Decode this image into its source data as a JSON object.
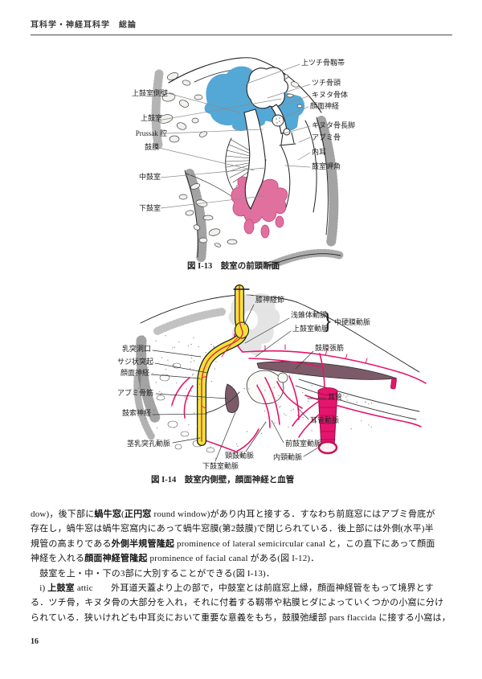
{
  "header": {
    "title": "耳科学・神経耳科学　総論"
  },
  "page_number": "16",
  "colors": {
    "epitympanum_blue": "#54a8d6",
    "hypotympanum_pink": "#e0719e",
    "facial_nerve_yellow": "#f2e338",
    "artery_magenta": "#e5156d",
    "muscle_mauve": "#7d5a68",
    "ink": "#1c1c1c"
  },
  "fig13": {
    "caption": "図 I-13　鼓室の前頭断面",
    "labels_left": [
      "上鼓室側壁",
      "上鼓室",
      "Prussak 腔",
      "鼓膜",
      "中鼓室",
      "下鼓室"
    ],
    "labels_right": [
      "上ツチ骨靱帯",
      "ツチ骨頭",
      "キヌタ骨体",
      "顔面神経",
      "キヌタ骨長脚",
      "アブミ骨",
      "内耳",
      "鼓室岬角"
    ]
  },
  "fig14": {
    "caption": "図 I-14　鼓室内側壁，顔面神経と血管",
    "labels": {
      "geniculate": "膝神経節",
      "superficial_petrosal": "浅錐体動脈",
      "superior_tympanic": "上鼓室動脈",
      "middle_meningeal": "中硬膜動脈",
      "tensor_tympani": "鼓膜張筋",
      "aditus": "乳突洞口",
      "cochleariform": "サジ状突起",
      "facial_nerve": "顔面神経",
      "stapedius": "アブミ骨筋",
      "chorda_tympani": "鼓索神経",
      "stylomastoid_artery": "茎乳突孔動脈",
      "eustachian_tube": "耳管",
      "tubal_artery": "耳管動脈",
      "anterior_tympanic": "前鼓室動脈",
      "internal_carotid": "内頸動脈",
      "caroticotympanic": "頸鼓動脈",
      "inferior_tympanic": "下鼓室動脈"
    }
  },
  "body": {
    "lines": [
      {
        "segs": [
          {
            "t": "dow)，後下部に"
          },
          {
            "t": "蝸牛窓",
            "b": 1
          },
          {
            "t": "("
          },
          {
            "t": "正円窓",
            "b": 1
          },
          {
            "t": " round window)があり内耳と接する．すなわち前庭窓にはアブミ骨底が"
          }
        ]
      },
      {
        "segs": [
          {
            "t": "存在し，蝸牛窓は蝸牛窓窩内にあって蝸牛窓膜(第2鼓膜)で閉じられている．後上部には外側(水平)半"
          }
        ]
      },
      {
        "segs": [
          {
            "t": "規管の高まりである"
          },
          {
            "t": "外側半規管隆起",
            "b": 1
          },
          {
            "t": " prominence of lateral semicircular canal と，この直下にあって顔面"
          }
        ]
      },
      {
        "segs": [
          {
            "t": "神経を入れる"
          },
          {
            "t": "顔面神経管隆起",
            "b": 1
          },
          {
            "t": " prominence of facial canal がある(図 I-12)．"
          }
        ]
      },
      {
        "segs": [
          {
            "t": "　鼓室を上・中・下の3部に大別することができる(図 I-13)．"
          }
        ]
      },
      {
        "segs": [
          {
            "t": "　i) "
          },
          {
            "t": "上鼓室",
            "b": 1
          },
          {
            "t": " attic　　外耳道天蓋より上の部で，中鼓室とは前庭窓上縁，顔面神経管をもって境界とす"
          }
        ]
      },
      {
        "segs": [
          {
            "t": "る．ツチ骨，キヌタ骨の大部分を入れ，それに付着する靱帯や粘膜ヒダによっていくつかの小窩に分け"
          }
        ]
      },
      {
        "segs": [
          {
            "t": "られている．狭いけれども中耳炎において重要な意義をもち，鼓膜弛緩部 pars flaccida に接する小窩は，"
          }
        ]
      }
    ]
  }
}
